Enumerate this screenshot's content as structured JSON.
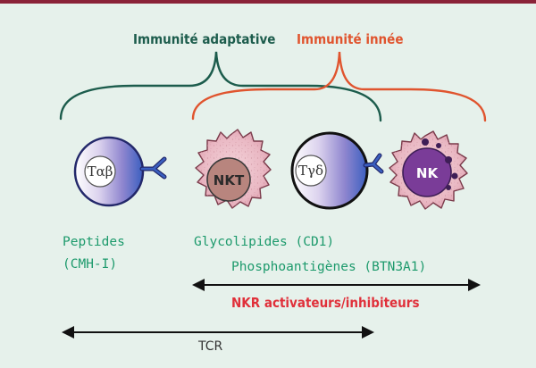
{
  "groups": {
    "adaptive": "Immunité adaptative",
    "innate": "Immunité innée"
  },
  "cells": {
    "t_alpha_beta": "Tαβ",
    "nkt": "NKT",
    "t_gamma_delta": "Tγδ",
    "nk": "NK"
  },
  "ligands": {
    "peptides_line1": "Peptides",
    "peptides_line2": "(CMH-I)",
    "glycolipides": "Glycolipides (CD1)",
    "phosphoantigenes": "Phosphoantigènes (BTN3A1)"
  },
  "receptors": {
    "nkr": "NKR activateurs/inhibiteurs",
    "tcr": "TCR"
  },
  "colors": {
    "adaptive": "#1c5c4c",
    "innate": "#e0542e",
    "ligand_text": "#1d9a6c",
    "nkr_text": "#e0303a",
    "top_bar": "#8a2338",
    "background": "#e6f1eb",
    "t_cell_blue": "#3a5fc0",
    "nk_purple": "#7a3c98",
    "nkt_brown": "#b8857e",
    "granular_cell_pink": "#eab9c4"
  }
}
